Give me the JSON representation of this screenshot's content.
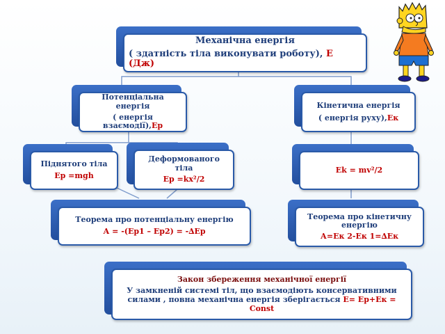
{
  "root": {
    "title": "Механічна енергія",
    "desc": "( здатність тіла виконувати роботу),",
    "symbol": "Е (Дж)"
  },
  "potential": {
    "title": "Потенціальна енергія",
    "desc": "( енергія взаємодії),",
    "symbol": "Ер"
  },
  "kinetic": {
    "title": "Кінетична енергія",
    "desc": "( енергія руху),",
    "symbol": "Ек"
  },
  "raised": {
    "title": "Піднятого тіла",
    "formula": "Ер =mgh"
  },
  "deformed": {
    "title": "Деформованого тіла",
    "formula": "Ер =kx²/2"
  },
  "kinetic_formula": {
    "formula": "Ek = mv²/2"
  },
  "theorem_potential": {
    "title": "Теорема про потенціальну енергію",
    "formula": "А = -(Ер1 – Ер2) = -∆Ер"
  },
  "theorem_kinetic": {
    "title": "Теорема про кінетичну енергію",
    "formula": "А=Ек 2-Ек 1=∆Ек"
  },
  "conservation": {
    "title": "Закон збереження механічної енергії",
    "desc": "У замкненій системі тіл, що взаємодіють консервативними силами , повна механічна енергія зберігається",
    "formula": "Е= Ер+Ек = Const"
  },
  "colors": {
    "back": "#2d5cb0",
    "border": "#2a5aa8",
    "text": "#1f3e7a",
    "accent": "#c00000"
  },
  "character": "bart-simpson-illustration"
}
